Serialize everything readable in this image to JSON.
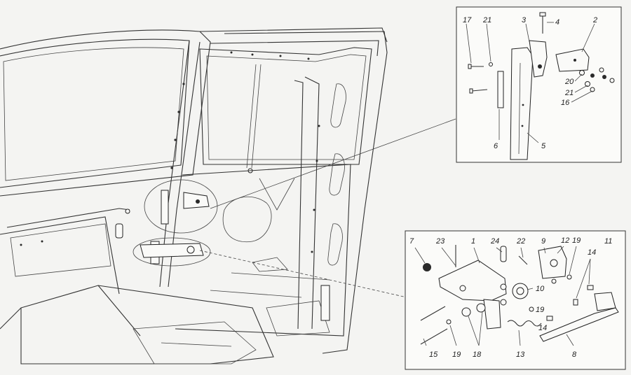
{
  "detail_top": {
    "callouts": [
      {
        "id": "top-17",
        "text": "17"
      },
      {
        "id": "top-21a",
        "text": "21"
      },
      {
        "id": "top-3",
        "text": "3"
      },
      {
        "id": "top-4",
        "text": "4"
      },
      {
        "id": "top-2",
        "text": "2"
      },
      {
        "id": "top-20",
        "text": "20"
      },
      {
        "id": "top-21b",
        "text": "21"
      },
      {
        "id": "top-16",
        "text": "16"
      },
      {
        "id": "top-6",
        "text": "6"
      },
      {
        "id": "top-5",
        "text": "5"
      }
    ]
  },
  "detail_bottom": {
    "callouts": [
      {
        "id": "bot-7",
        "text": "7"
      },
      {
        "id": "bot-23",
        "text": "23"
      },
      {
        "id": "bot-1",
        "text": "1"
      },
      {
        "id": "bot-24",
        "text": "24"
      },
      {
        "id": "bot-22",
        "text": "22"
      },
      {
        "id": "bot-9",
        "text": "9"
      },
      {
        "id": "bot-12",
        "text": "12"
      },
      {
        "id": "bot-19a",
        "text": "19"
      },
      {
        "id": "bot-11",
        "text": "11"
      },
      {
        "id": "bot-14a",
        "text": "14"
      },
      {
        "id": "bot-10",
        "text": "10"
      },
      {
        "id": "bot-19b",
        "text": "19"
      },
      {
        "id": "bot-14b",
        "text": "14"
      },
      {
        "id": "bot-15",
        "text": "15"
      },
      {
        "id": "bot-19c",
        "text": "19"
      },
      {
        "id": "bot-18",
        "text": "18"
      },
      {
        "id": "bot-13",
        "text": "13"
      },
      {
        "id": "bot-8",
        "text": "8"
      }
    ]
  }
}
